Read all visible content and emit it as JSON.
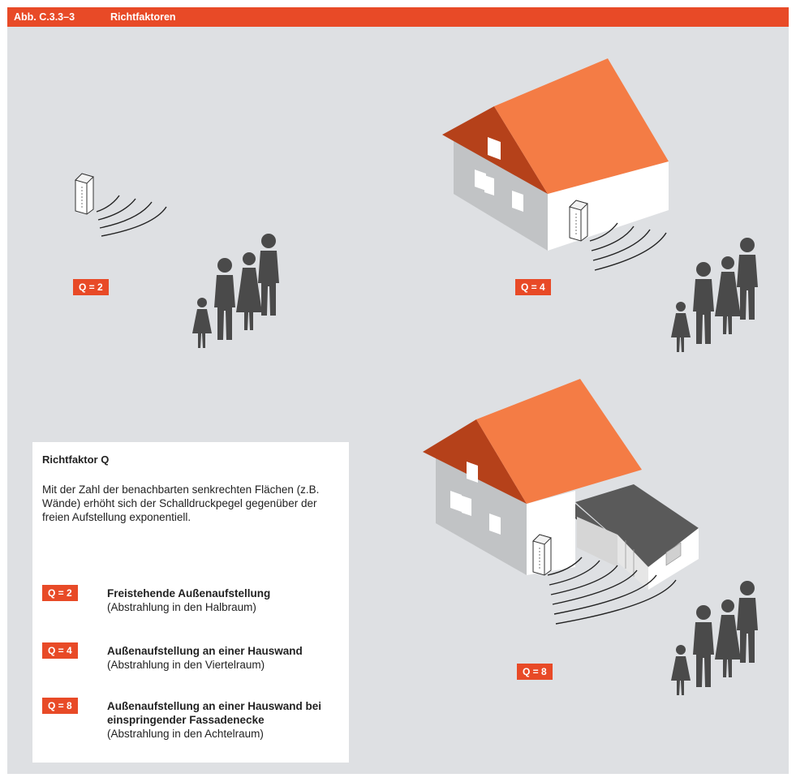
{
  "header": {
    "figure_number": "Abb. C.3.3–3",
    "title": "Richtfaktoren"
  },
  "scenes": [
    {
      "q_label": "Q = 2"
    },
    {
      "q_label": "Q = 4"
    },
    {
      "q_label": "Q = 8"
    }
  ],
  "legend": {
    "title": "Richtfaktor Q",
    "body": "Mit der Zahl der benachbarten senkrechten Flächen (z.B. Wände) erhöht sich der Schalldruckpegel gegenüber der freien Aufstellung exponentiell.",
    "items": [
      {
        "q_label": "Q = 2",
        "bold": "Freistehende Außenaufstellung",
        "detail": "(Abstrahlung in den Halbraum)"
      },
      {
        "q_label": "Q = 4",
        "bold": "Außenaufstellung an einer Hauswand",
        "detail": "(Abstrahlung in den Viertelraum)"
      },
      {
        "q_label": "Q = 8",
        "bold": "Außenaufstellung an einer Hauswand bei einspringender Fassadenecke",
        "detail": "(Abstrahlung in den Achtelraum)"
      }
    ]
  },
  "colors": {
    "accent": "#e84a27",
    "background": "#dee0e3",
    "roof_light": "#f47c45",
    "roof_dark": "#b5411a",
    "wall_shadow": "#c1c3c5",
    "wall_lit": "#ffffff",
    "people": "#4a4a4a"
  }
}
